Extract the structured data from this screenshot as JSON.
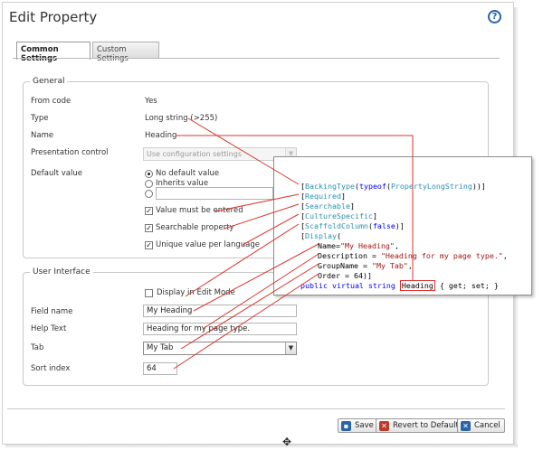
{
  "window": {
    "title": "Edit Property",
    "help_symbol": "?"
  },
  "tabs": [
    {
      "label": "Common Settings",
      "active": true
    },
    {
      "label": "Custom Settings",
      "active": false
    }
  ],
  "general": {
    "legend": "General",
    "from_code": {
      "label": "From code",
      "value": "Yes"
    },
    "type": {
      "label": "Type",
      "value": "Long string (>255)"
    },
    "name": {
      "label": "Name",
      "value": "Heading"
    },
    "presentation_control": {
      "label": "Presentation control",
      "value": "Use configuration settings"
    },
    "default_value": {
      "label": "Default value",
      "options": [
        "No default value",
        "Inherits value",
        ""
      ],
      "selected": 0
    },
    "checkboxes": [
      {
        "label": "Value must be entered",
        "checked": true
      },
      {
        "label": "Searchable property",
        "checked": true
      },
      {
        "label": "Unique value per language",
        "checked": true
      }
    ]
  },
  "user_interface": {
    "legend": "User Interface",
    "display_in_edit_mode": {
      "label": "Display in Edit Mode",
      "checked": false
    },
    "field_name": {
      "label": "Field name",
      "value": "My Heading"
    },
    "help_text": {
      "label": "Help Text",
      "value": "Heading for my page type."
    },
    "tab": {
      "label": "Tab",
      "value": "My Tab"
    },
    "sort_index": {
      "label": "Sort index",
      "value": "64"
    }
  },
  "buttons": {
    "save": "Save",
    "revert": "Revert to Default",
    "cancel": "Cancel"
  },
  "code": {
    "l1_open": "[",
    "l1_attr": "BackingType",
    "l1_mid": "(",
    "l1_kw": "typeof",
    "l1_mid2": "(",
    "l1_type": "PropertyLongString",
    "l1_close": "))]",
    "l2": "Required",
    "l3": "Searchable",
    "l4": "CultureSpecific",
    "l5_attr": "ScaffoldColumn",
    "l5_kw": "false",
    "l6_attr": "Display",
    "l7_key": "Name=",
    "l7_val": "\"My Heading\"",
    "l8_key": "Description = ",
    "l8_val": "\"Heading for my page type.\"",
    "l9_key": "GroupName = ",
    "l9_val": "\"My Tab\"",
    "l10": "Order = 64)]",
    "l11_kw": "public virtual string",
    "l11_name": "Heading",
    "l11_rest": "{ get; set; }"
  },
  "colors": {
    "accent": "#2a64a8",
    "connector": "#d9362e"
  },
  "icons": {
    "help": "help-icon",
    "save": "save-icon",
    "revert": "revert-icon",
    "cancel": "cancel-icon",
    "cursor": "move-cursor-icon"
  }
}
